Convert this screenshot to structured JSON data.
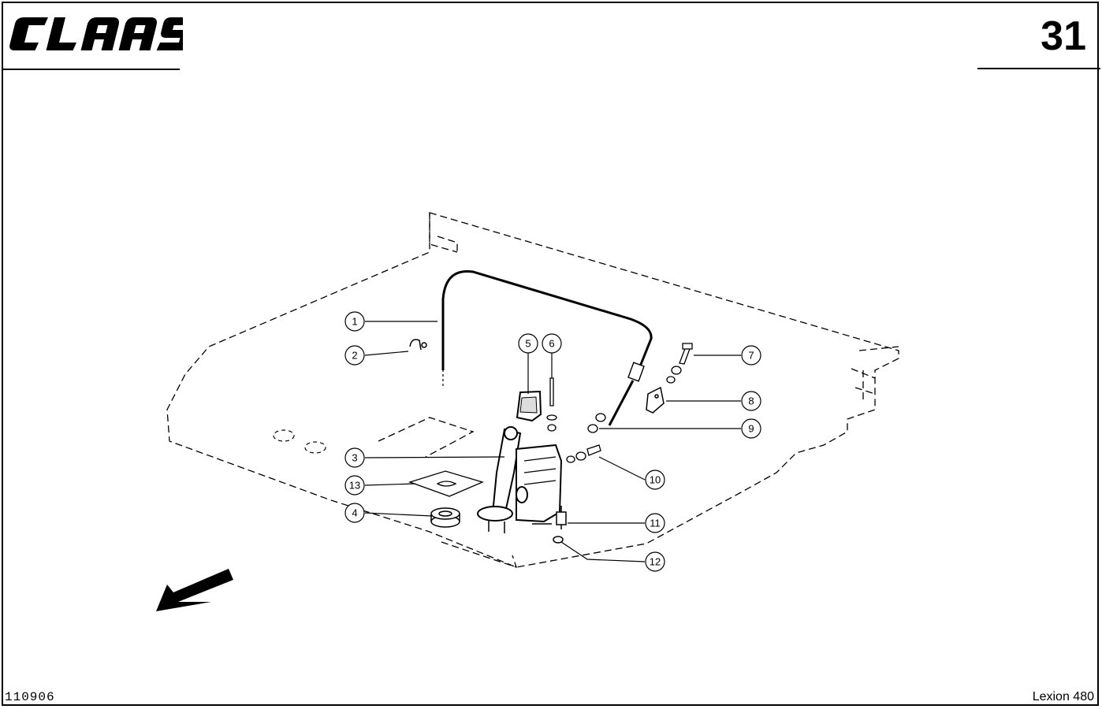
{
  "header": {
    "brand": "CLAAS",
    "page_number": "31"
  },
  "footer": {
    "drawing_id": "110906",
    "model": "Lexion 480"
  },
  "callouts": [
    {
      "label": "1"
    },
    {
      "label": "2"
    },
    {
      "label": "3"
    },
    {
      "label": "4"
    },
    {
      "label": "5"
    },
    {
      "label": "6"
    },
    {
      "label": "7"
    },
    {
      "label": "8"
    },
    {
      "label": "9"
    },
    {
      "label": "10"
    },
    {
      "label": "11"
    },
    {
      "label": "12"
    },
    {
      "label": "13"
    }
  ],
  "icons": {
    "direction_arrow": "direction-arrow-icon",
    "brand_logo": "claas-logo-icon"
  }
}
